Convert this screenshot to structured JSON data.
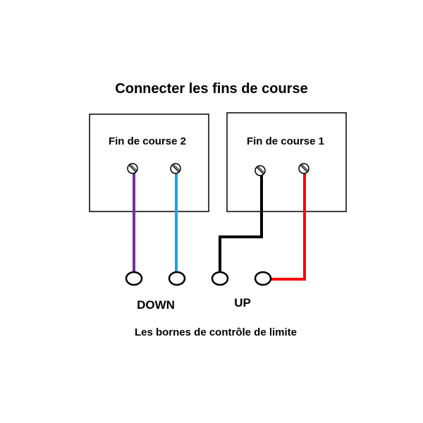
{
  "title": "Connecter les fins de course",
  "switches": [
    {
      "label": "Fin de course 2"
    },
    {
      "label": "Fin de course 1"
    }
  ],
  "terminal_labels": {
    "down": "DOWN",
    "up": "UP"
  },
  "caption": "Les bornes de contrôle de limite",
  "colors": {
    "wire_purple": "#7030a0",
    "wire_blue": "#1fa2e6",
    "wire_black": "#000000",
    "wire_red": "#ff0000",
    "outline": "#000000",
    "background": "#ffffff"
  }
}
